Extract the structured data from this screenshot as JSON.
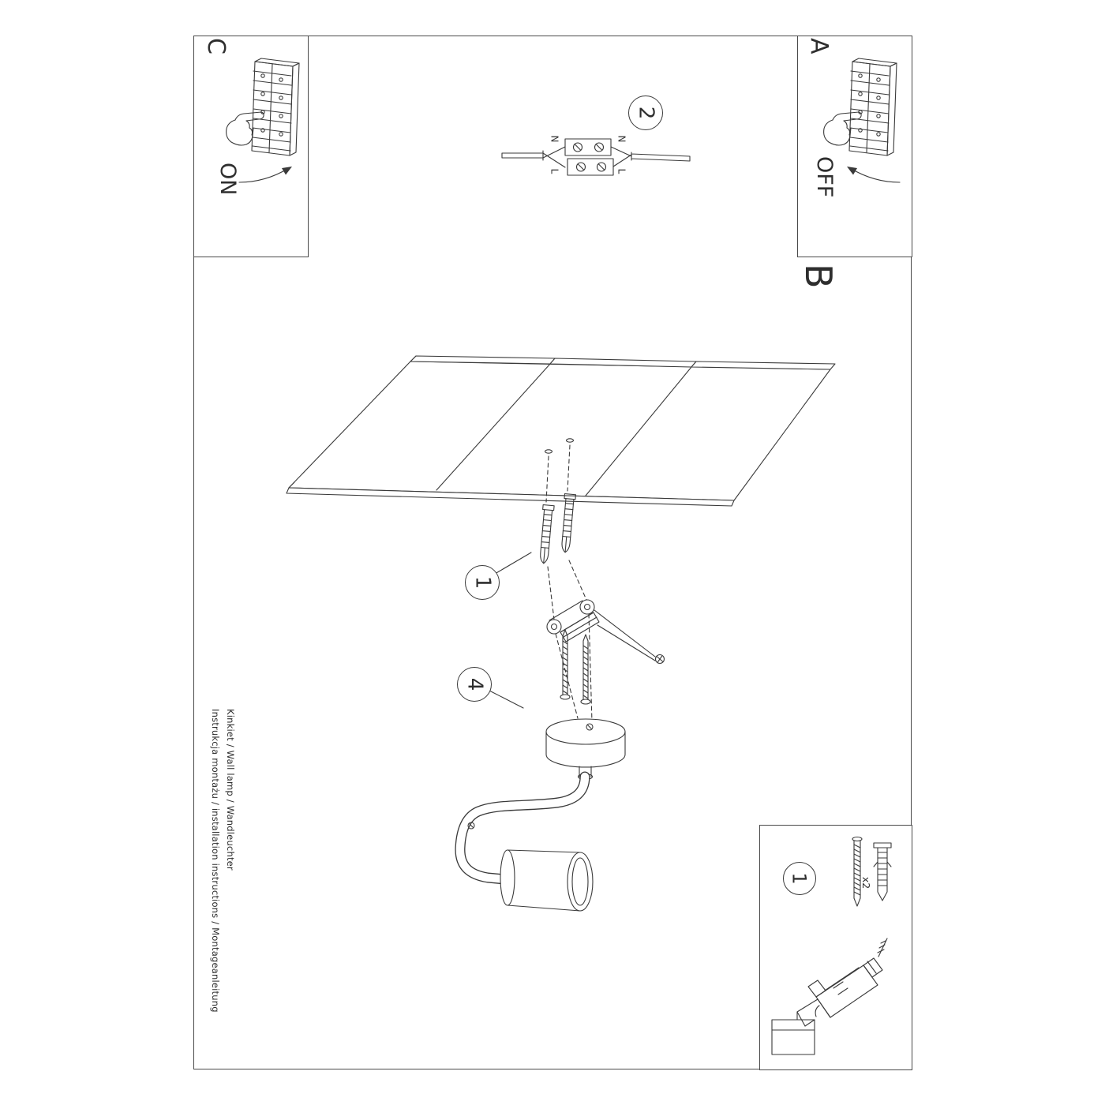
{
  "sheet": {
    "footer_line_top": "Instrukcja montażu / installation instructions / Montageanleitung",
    "footer_line_bottom": "Kinkiet / Wall lamp / Wandleuchter"
  },
  "sections": {
    "c": {
      "label": "C",
      "switch_state": "ON"
    },
    "a": {
      "label": "A",
      "switch_state": "OFF"
    },
    "b": {
      "label": "B"
    }
  },
  "steps": {
    "wiring": "2",
    "plugs": "1",
    "lamp": "4",
    "parts": "1"
  },
  "wiring_labels": {
    "n_left": "N",
    "l_left": "L",
    "n_right": "N",
    "l_right": "L"
  },
  "parts": {
    "qty": "x2"
  },
  "colors": {
    "line": "#3a3a3a",
    "background": "#ffffff"
  }
}
